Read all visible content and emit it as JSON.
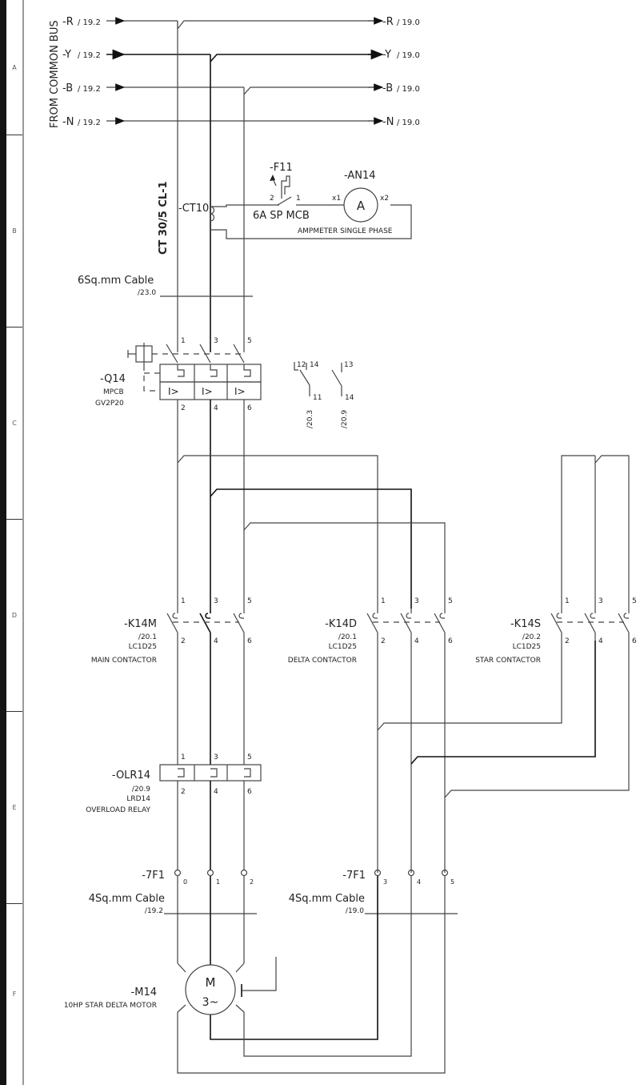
{
  "rows": [
    "A",
    "B",
    "C",
    "D",
    "E",
    "F"
  ],
  "bus": {
    "side_label": "FROM COMMON BUS",
    "inputs": [
      {
        "name": "-R",
        "ref": "/ 19.2"
      },
      {
        "name": "-Y",
        "ref": "/ 19.2"
      },
      {
        "name": "-B",
        "ref": "/ 19.2"
      },
      {
        "name": "-N",
        "ref": "/ 19.2"
      }
    ],
    "outputs": [
      {
        "name": "-R",
        "ref": "/ 19.0"
      },
      {
        "name": "-Y",
        "ref": "/ 19.0"
      },
      {
        "name": "-B",
        "ref": "/ 19.0"
      },
      {
        "name": "-N",
        "ref": "/ 19.0"
      }
    ]
  },
  "ct": {
    "rating": "CT 30/5 CL-1",
    "tag": "-CT10"
  },
  "mcb": {
    "tag": "-F11",
    "desc": "6A SP MCB",
    "t1": "2",
    "t2": "1"
  },
  "ammeter": {
    "tag": "-AN14",
    "symbol": "A",
    "x1": "x1",
    "x2": "x2",
    "desc": "AMPMETER SINGLE PHASE"
  },
  "cable_top": {
    "label": "6Sq.mm Cable",
    "ref": "/23.0"
  },
  "mpcb": {
    "tag": "-Q14",
    "type": "MPCB",
    "model": "GV2P20",
    "top_terms": [
      "1",
      "3",
      "5"
    ],
    "bottom_terms": [
      "2",
      "4",
      "6"
    ],
    "trip_symbol": "I>"
  },
  "aux_contacts": {
    "nc": {
      "t_top_a": "12",
      "t_top_b": "14",
      "t_bottom": "11",
      "ref": "/20.3"
    },
    "no": {
      "t_top": "13",
      "t_bottom": "14",
      "ref": "/20.9"
    }
  },
  "contactors": [
    {
      "tag": "-K14M",
      "ref": "/20.1",
      "model": "LC1D25",
      "desc": "MAIN CONTACTOR",
      "top": [
        "1",
        "3",
        "5"
      ],
      "bottom": [
        "2",
        "4",
        "6"
      ]
    },
    {
      "tag": "-K14D",
      "ref": "/20.1",
      "model": "LC1D25",
      "desc": "DELTA CONTACTOR",
      "top": [
        "1",
        "3",
        "5"
      ],
      "bottom": [
        "2",
        "4",
        "6"
      ]
    },
    {
      "tag": "-K14S",
      "ref": "/20.2",
      "model": "LC1D25",
      "desc": "STAR CONTACTOR",
      "top": [
        "1",
        "3",
        "5"
      ],
      "bottom": [
        "2",
        "4",
        "6"
      ]
    }
  ],
  "olr": {
    "tag": "-OLR14",
    "ref": "/20.9",
    "model": "LRD14",
    "desc": "OVERLOAD RELAY",
    "top": [
      "1",
      "3",
      "5"
    ],
    "bottom": [
      "2",
      "4",
      "6"
    ]
  },
  "terminals": [
    {
      "tag": "-7F1",
      "nums": [
        "0",
        "1",
        "2"
      ],
      "cable": "4Sq.mm Cable",
      "ref": "/19.2"
    },
    {
      "tag": "-7F1",
      "nums": [
        "3",
        "4",
        "5"
      ],
      "cable": "4Sq.mm Cable",
      "ref": "/19.0"
    }
  ],
  "motor": {
    "tag": "-M14",
    "desc": "10HP STAR DELTA MOTOR",
    "symbol_top": "M",
    "symbol_bottom": "3~"
  }
}
